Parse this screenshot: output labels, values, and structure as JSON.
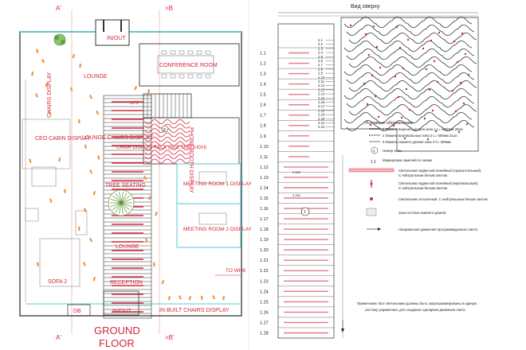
{
  "plan": {
    "grid_top": [
      "A'",
      ">B"
    ],
    "grid_bottom": [
      "A'",
      ">B'"
    ],
    "rooms": {
      "in_out_top": "IN/OUT",
      "lounge": "LOUNGE",
      "conference": "CONFERENCE ROOM",
      "chairs_display": "CHAIRS DISPLAY",
      "ceo_cabin": "CEO CABIN DISPLAY",
      "lounge_chairs": "LOUNGE CHAIRS DISPLAY",
      "chair_rack": "CHAIR DISPLAY RACK (SEE THROUGH)",
      "phone_booth": "PHONE BOOTH DISPLAY",
      "tree_seating": "TREE SEATING",
      "meeting1": "MEETING ROOM 1 DISPLAY",
      "meeting2": "MEETING ROOM 2 DISPLAY",
      "lounge2": "LOUNGE",
      "sofa2": "SOFA 2",
      "reception": "RECEPTION",
      "to_wh6": "TO WH6",
      "db": "DB",
      "in_out_bottom": "IN/OUT",
      "built_in": "IN BUILT CHAIRS DISPLAY",
      "ups": "UPS",
      "title_line1": "GROUND",
      "title_line2": "FLOOR",
      "phone_marker": "8"
    }
  },
  "schedule": {
    "title": "Вид сверху",
    "rows": [
      "1.1",
      "1.2",
      "1.3",
      "1.4",
      "1.5",
      "1.6",
      "1.7",
      "1.8",
      "1.9",
      "1.10",
      "1.11",
      "1.12",
      "1.13",
      "1.14",
      "1.15",
      "1.16",
      "1.17",
      "1.18",
      "1.19",
      "1.20",
      "1.21",
      "1.22",
      "1.23",
      "1.24",
      "1.25",
      "1.26",
      "1.27",
      "1.28"
    ],
    "zone2": [
      "2.1",
      "2.2",
      "2.3",
      "2.4",
      "2.5",
      "2.6",
      "2.7",
      "2.8",
      "2.9",
      "2.10",
      "2.11",
      "2.12",
      "2.13",
      "2.14",
      "2.15",
      "2.16",
      "2.17",
      "2.18",
      "2.19",
      "2.20",
      "2.21",
      "2.22"
    ],
    "marker": "1",
    "marker_row": "1.16",
    "dims": {
      "d1": "3 250",
      "d2": "2 500"
    }
  },
  "legend": {
    "heading": "Условные обозначения:",
    "items": [
      "1  Ламели верхнего уровня зона 1  L= 3250мм     28шт.",
      "2  Ламели вертикальные  зона 2  L= 600мм       21шт.",
      "3  Ламели нижнего уровня  зона 3  h= 300мм",
      "Номер зоны",
      "Маркировка ламелей  по зонам",
      "Светильник подвесной линейный (горизонтальный).",
      "С нейтральным белым светом.",
      "Светильник подвесной линейный (вертикальный).",
      "С нейтральным белым светом.",
      "Светильник потолочный. С нейтральным белым светом.",
      "Зона потолка нижнего уровня.",
      "Направление движения программируемого света."
    ],
    "zone_num": "1",
    "zone_num_sub": "1.1",
    "note_line1": "Примечание: Все светильники должны быть запрограммированы в единую",
    "note_line2": "систему управления, для создания сценариев движения света."
  },
  "colors": {
    "accent_red": "#d4263a",
    "cyan_wall": "#55c8d0",
    "fixture_pink": "#f3b3b3"
  }
}
